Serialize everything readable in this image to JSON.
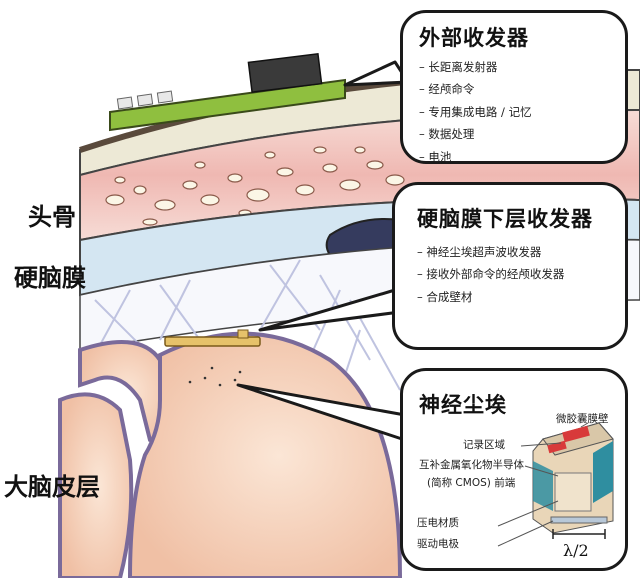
{
  "side_labels": {
    "skull": "头骨",
    "dura": "硬脑膜",
    "cortex": "大脑皮层"
  },
  "external_transceiver": {
    "title": "外部收发器",
    "items": [
      "长距离发射器",
      "经颅命令",
      "专用集成电路 / 记忆",
      "数据处理",
      "电池"
    ]
  },
  "subdural_transceiver": {
    "title": "硬脑膜下层收发器",
    "items": [
      "神经尘埃超声波收发器",
      "接收外部命令的经颅收发器",
      "合成壁材"
    ]
  },
  "neural_dust": {
    "title": "神经尘埃",
    "labels": {
      "capsule_wall": "微胶囊膜壁",
      "recording_site": "记录区域",
      "cmos_line1": "互补金属氧化物半导体",
      "cmos_line2": "(简称 CMOS) 前端",
      "piezo": "压电材质",
      "electrode": "驱动电极",
      "lambda": "λ/2"
    }
  },
  "colors": {
    "skin": "#e9e5d1",
    "bone": "#f2c4bf",
    "dura": "#cfe3f1",
    "brain": "#f3cdb5",
    "board": "#8fbf3f",
    "chip": "#3a3a3a",
    "implant": "#e6c26a",
    "ventricle": "#353b5e"
  }
}
